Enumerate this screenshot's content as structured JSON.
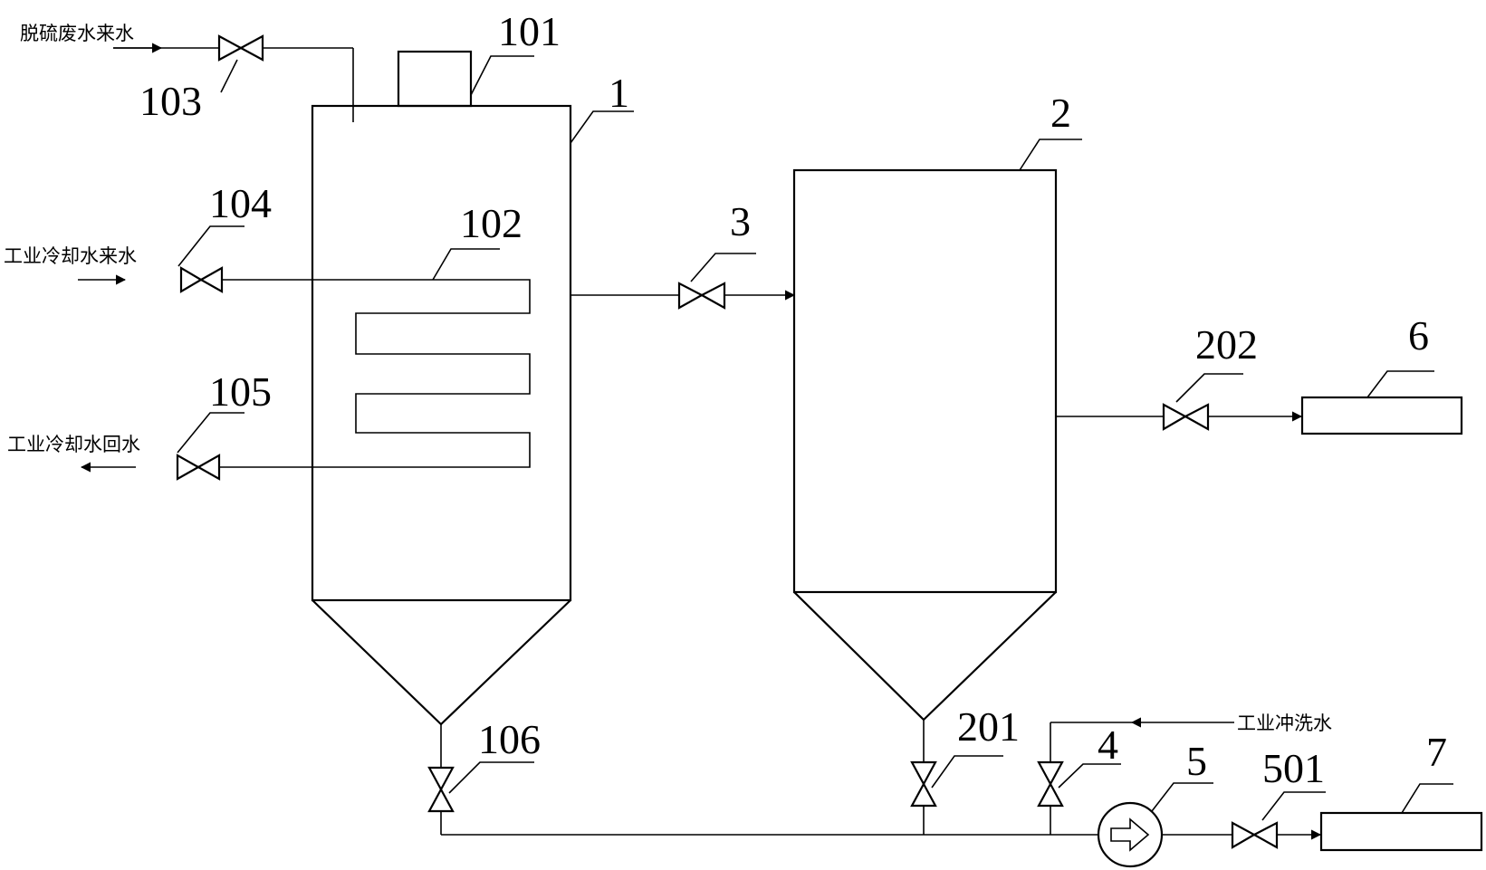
{
  "labels": {
    "desulfurization_wastewater_in": "脱硫废水来水",
    "industrial_cooling_water_in": "工业冷却水来水",
    "industrial_cooling_water_return": "工业冷却水回水",
    "industrial_flush_water": "工业冲洗水"
  },
  "numbers": {
    "n1": "1",
    "n2": "2",
    "n3": "3",
    "n4": "4",
    "n5": "5",
    "n6": "6",
    "n7": "7",
    "n101": "101",
    "n102": "102",
    "n103": "103",
    "n104": "104",
    "n105": "105",
    "n106": "106",
    "n201": "201",
    "n202": "202",
    "n501": "501"
  }
}
